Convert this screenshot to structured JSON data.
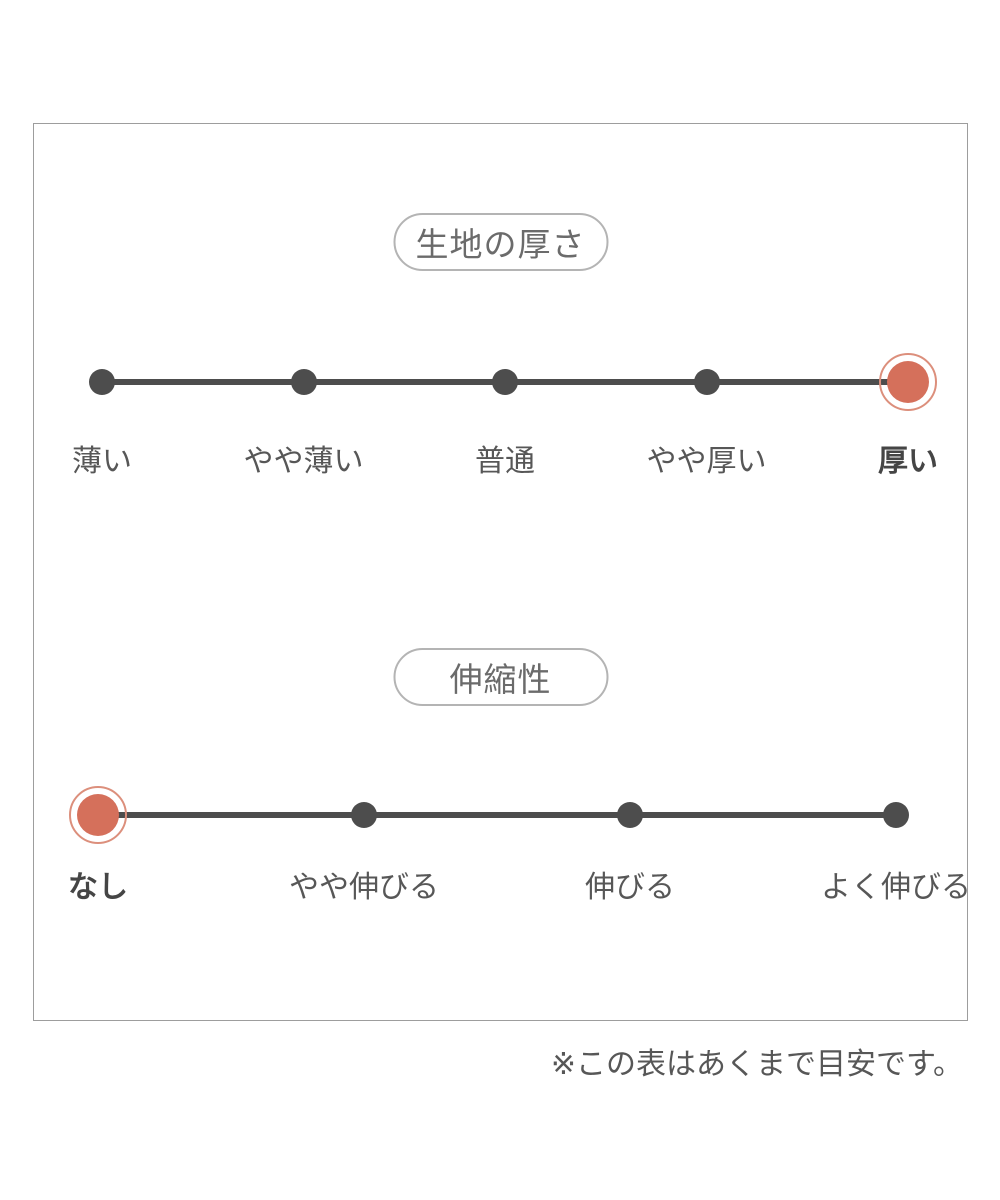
{
  "colors": {
    "accent": "#d5705b",
    "accent_ring": "#dc8f7c",
    "track": "#4d4d4d",
    "label": "#575757",
    "label_selected": "#454545",
    "pill_text": "#6b6b6b",
    "pill_border": "#b4b4b4",
    "frame_border": "#9d9d9d",
    "background": "#ffffff"
  },
  "note": "※この表はあくまで目安です。",
  "chart_data": [
    {
      "type": "scale",
      "title": "生地の厚さ",
      "categories": [
        "薄い",
        "やや薄い",
        "普通",
        "やや厚い",
        "厚い"
      ],
      "selected_index": 4,
      "selected_value": "厚い"
    },
    {
      "type": "scale",
      "title": "伸縮性",
      "categories": [
        "なし",
        "やや伸びる",
        "伸びる",
        "よく伸びる"
      ],
      "selected_index": 0,
      "selected_value": "なし"
    }
  ]
}
